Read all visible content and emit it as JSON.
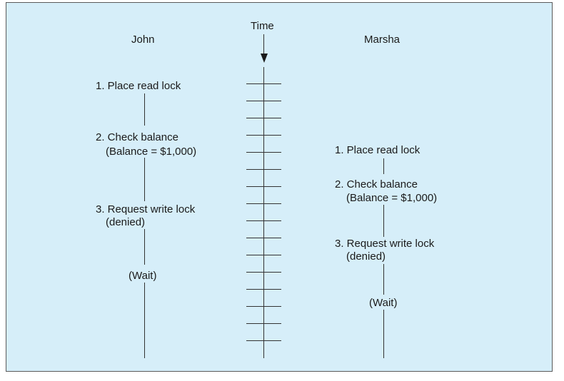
{
  "diagram": {
    "timeline_label": "Time",
    "john": {
      "name": "John",
      "step1": "1. Place read lock",
      "step2": "2. Check balance",
      "step2_detail": "(Balance = $1,000)",
      "step3": "3. Request write lock",
      "step3_detail": "(denied)",
      "wait": "(Wait)"
    },
    "marsha": {
      "name": "Marsha",
      "step1": "1. Place read lock",
      "step2": "2. Check balance",
      "step2_detail": "(Balance = $1,000)",
      "step3": "3. Request write lock",
      "step3_detail": "(denied)",
      "wait": "(Wait)"
    }
  }
}
